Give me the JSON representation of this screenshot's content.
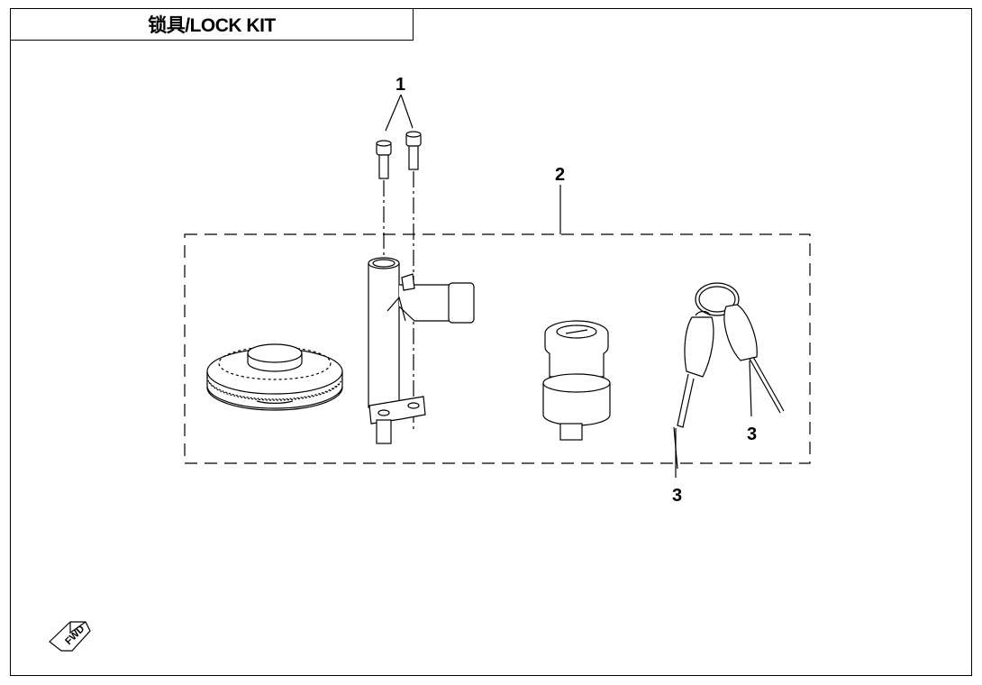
{
  "title": "锁具/LOCK KIT",
  "callouts": {
    "bolts": "1",
    "lock_set": "2",
    "key_right": "3",
    "key_left": "3"
  },
  "fwd_label": "FWD",
  "colors": {
    "line": "#000000",
    "paper": "#ffffff"
  }
}
